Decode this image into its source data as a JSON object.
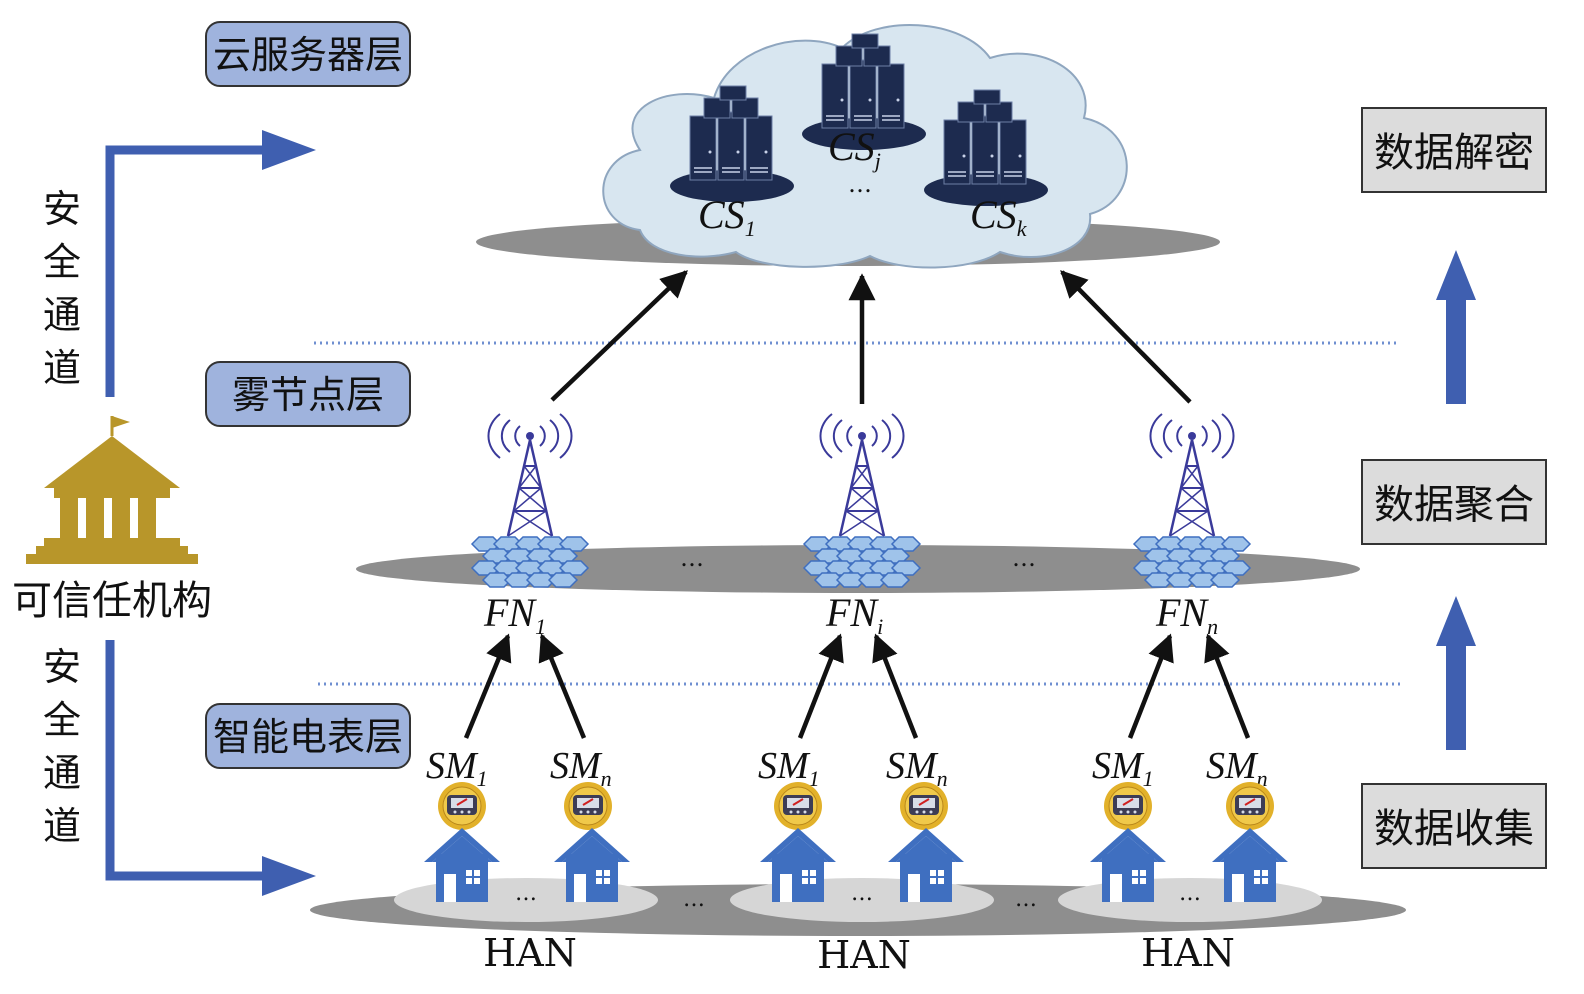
{
  "layers": {
    "cloud": "云服务器层",
    "fog": "雾节点层",
    "meter": "智能电表层"
  },
  "authority": {
    "label": "可信任机构",
    "channel_top": "安全通道",
    "channel_bottom": "安全通道"
  },
  "steps": {
    "decrypt": "数据解密",
    "aggregate": "数据聚合",
    "collect": "数据收集"
  },
  "cloud_servers": [
    {
      "base": "CS",
      "sub": "1"
    },
    {
      "base": "CS",
      "sub": "j"
    },
    {
      "base": "CS",
      "sub": "k"
    }
  ],
  "fog_nodes": [
    {
      "base": "FN",
      "sub": "1"
    },
    {
      "base": "FN",
      "sub": "i"
    },
    {
      "base": "FN",
      "sub": "n"
    }
  ],
  "smart_meters": [
    {
      "base": "SM",
      "sub": "1"
    },
    {
      "base": "SM",
      "sub": "n"
    }
  ],
  "han_label": "HAN",
  "ellipsis": "…",
  "colors": {
    "layer_box": "#9fb3dd",
    "step_box": "#dcdcdc",
    "arrow_blue": "#3f5fb0",
    "platform_gray": "#8e8e8e",
    "cloud_fill": "#d8e6f0",
    "server": "#1d2b4f",
    "tower": "#3a3a9a",
    "house": "#3f6fc0",
    "meter": "#e2b12a",
    "building": "#b8962a",
    "dotted_line": "#6f8fd0"
  }
}
